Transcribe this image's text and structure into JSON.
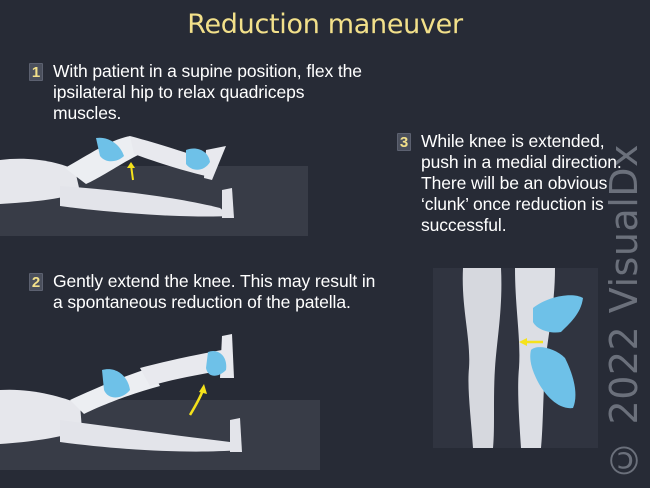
{
  "title": "Reduction maneuver",
  "steps": [
    {
      "number": "1",
      "text": "With patient in a supine position, flex the ipsilateral hip to relax quadriceps muscles."
    },
    {
      "number": "2",
      "text": "Gently extend the knee. This may result in a spontaneous reduction of the patella."
    },
    {
      "number": "3",
      "text": "While knee is extended, push in a medial direction. There will be an obvious ‘clunk’ once reduction is successful."
    }
  ],
  "watermark": "© 2022 VisualDx",
  "colors": {
    "background": "#272b36",
    "title": "#f2e08a",
    "badge_text": "#f2e08a",
    "glove": "#6ec1e8",
    "arrow": "#f5e21b",
    "body": "#e8e9ee",
    "mat": "#383c47"
  }
}
